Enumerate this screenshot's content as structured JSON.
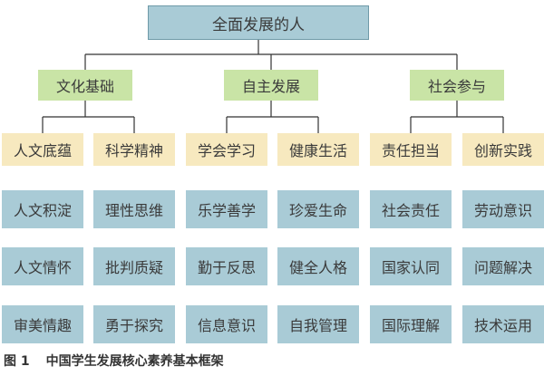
{
  "diagram": {
    "root": "全面发展的人",
    "domains": [
      {
        "label": "文化基础",
        "cores": [
          {
            "label": "人文底蕴",
            "points": [
              "人文积淀",
              "人文情怀",
              "审美情趣"
            ]
          },
          {
            "label": "科学精神",
            "points": [
              "理性思维",
              "批判质疑",
              "勇于探究"
            ]
          }
        ]
      },
      {
        "label": "自主发展",
        "cores": [
          {
            "label": "学会学习",
            "points": [
              "乐学善学",
              "勤于反思",
              "信息意识"
            ]
          },
          {
            "label": "健康生活",
            "points": [
              "珍爱生命",
              "健全人格",
              "自我管理"
            ]
          }
        ]
      },
      {
        "label": "社会参与",
        "cores": [
          {
            "label": "责任担当",
            "points": [
              "社会责任",
              "国家认同",
              "国际理解"
            ]
          },
          {
            "label": "创新实践",
            "points": [
              "劳动意识",
              "问题解决",
              "技术运用"
            ]
          }
        ]
      }
    ],
    "colors": {
      "root": "#a9cbd6",
      "domain": "#c9e4a6",
      "core": "#f7e9bf",
      "point": "#a9cbd6",
      "line": "#333333"
    }
  },
  "caption": {
    "number": "图 1",
    "text": "中国学生发展核心素养基本框架"
  }
}
